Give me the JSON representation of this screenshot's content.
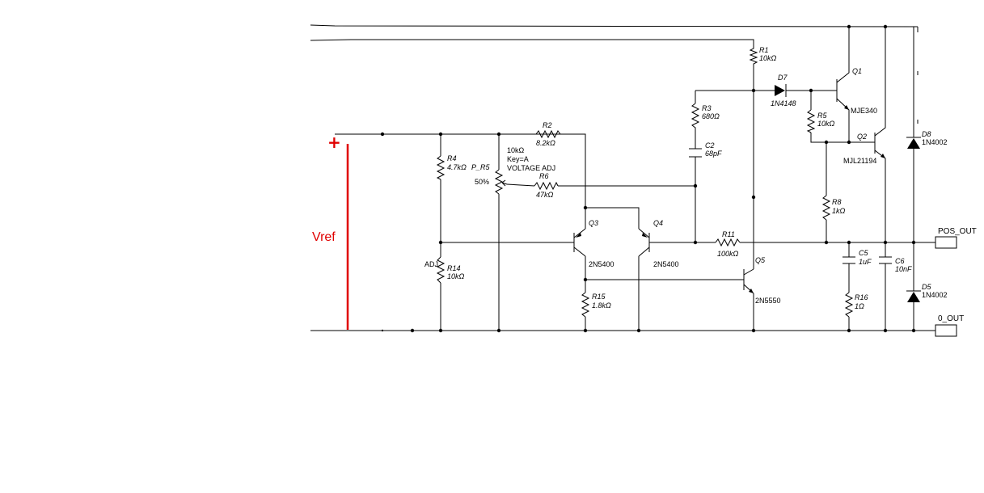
{
  "accent_color": "#e00000",
  "source": {
    "label": "Vref",
    "plus": "+"
  },
  "components": {
    "R1": {
      "ref": "R1",
      "value": "10kΩ"
    },
    "R2": {
      "ref": "R2",
      "value": "8.2kΩ"
    },
    "R3": {
      "ref": "R3",
      "value": "680Ω"
    },
    "R4": {
      "ref": "R4",
      "value": "4.7kΩ"
    },
    "R5": {
      "ref": "R5",
      "value": "10kΩ"
    },
    "R6": {
      "ref": "R6",
      "value": "47kΩ"
    },
    "R8": {
      "ref": "R8",
      "value": "1kΩ"
    },
    "R11": {
      "ref": "R11",
      "value": "100kΩ"
    },
    "R14": {
      "ref": "R14",
      "value": "10kΩ",
      "note": "ADJ"
    },
    "R15": {
      "ref": "R15",
      "value": "1.8kΩ"
    },
    "R16": {
      "ref": "R16",
      "value": "1Ω"
    },
    "P_R5": {
      "ref": "P_R5",
      "percent": "50%",
      "value": "10kΩ",
      "key": "Key=A",
      "name": "VOLTAGE ADJ"
    },
    "C2": {
      "ref": "C2",
      "value": "68pF"
    },
    "C5": {
      "ref": "C5",
      "value": "1uF"
    },
    "C6": {
      "ref": "C6",
      "value": "10nF"
    },
    "D5": {
      "ref": "D5",
      "value": "1N4002"
    },
    "D7": {
      "ref": "D7",
      "value": "1N4148"
    },
    "D8": {
      "ref": "D8",
      "value": "1N4002"
    },
    "Q1": {
      "ref": "Q1",
      "value": "MJE340"
    },
    "Q2": {
      "ref": "Q2",
      "value": "MJL21194"
    },
    "Q3": {
      "ref": "Q3",
      "value": "2N5400"
    },
    "Q4": {
      "ref": "Q4",
      "value": "2N5400"
    },
    "Q5": {
      "ref": "Q5",
      "value": "2N5550"
    }
  },
  "ports": {
    "pos_out": "POS_OUT",
    "zero_out": "0_OUT"
  }
}
